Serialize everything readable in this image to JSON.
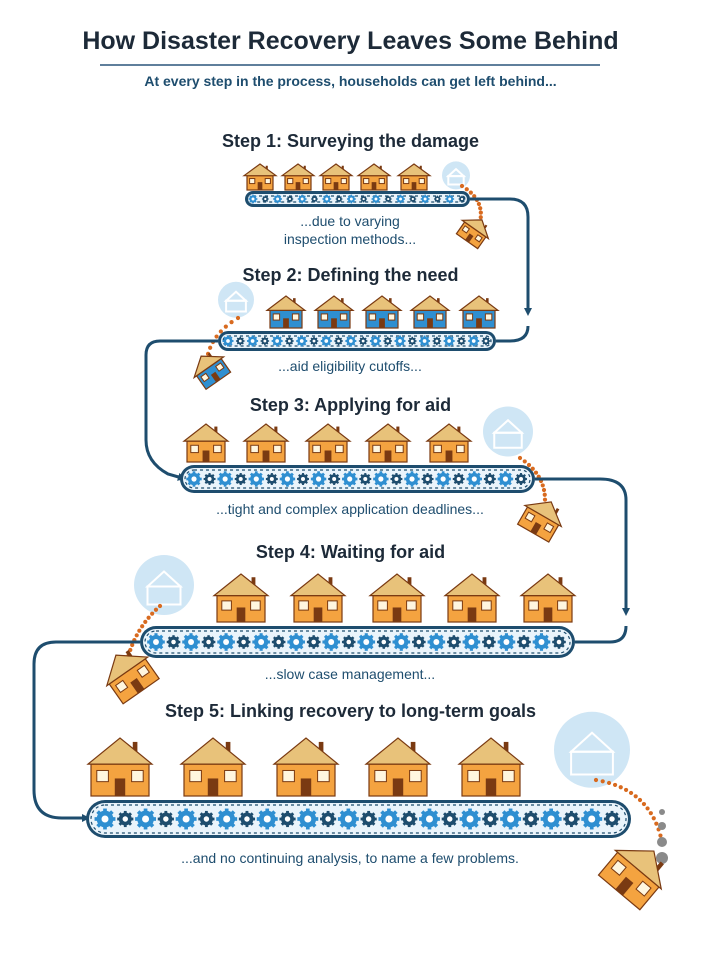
{
  "title": "How Disaster Recovery Leaves Some Behind",
  "subtitle": "At every step in the process, households can get left behind...",
  "steps": [
    {
      "title": "Step 1: Surveying the damage",
      "caption_line1": "...due to varying",
      "caption_line2": "inspection methods...",
      "houses_on_belt": 5,
      "ghost_houses": 1
    },
    {
      "title": "Step 2: Defining the need",
      "caption": "...aid eligibility cutoffs...",
      "houses_on_belt": 5,
      "ghost_houses": 1
    },
    {
      "title": "Step 3: Applying for aid",
      "caption": "...tight and complex application deadlines...",
      "houses_on_belt": 5,
      "ghost_houses": 1
    },
    {
      "title": "Step 4: Waiting for aid",
      "caption": "...slow case management...",
      "houses_on_belt": 5,
      "ghost_houses": 1
    },
    {
      "title": "Step 5: Linking recovery to long-term goals",
      "caption": "...and no continuing analysis, to name a few problems.",
      "houses_on_belt": 5,
      "ghost_houses": 1
    }
  ],
  "colors": {
    "belt": "#1e4d6e",
    "belt_fill": "#eaf4fb",
    "gear": "#2f8fd1",
    "gear_dark": "#1e4d6e",
    "arrow": "#1e4d6e",
    "dots": "#d86a1f",
    "house_orange": "#f4a340",
    "house_roof": "#e8c27a",
    "house_dark": "#7a3a12",
    "house_blue": "#2f8fd1",
    "ghost": "#cfe6f5"
  }
}
